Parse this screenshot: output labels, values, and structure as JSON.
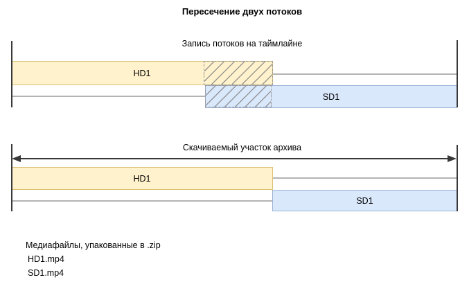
{
  "title": "Пересечение двух потоков",
  "timeline_record": {
    "caption": "Запись потоков на таймлайне",
    "hd_label": "HD1",
    "sd_label": "SD1"
  },
  "timeline_download": {
    "caption": "Скачиваемый участок архива",
    "hd_label": "HD1",
    "sd_label": "SD1"
  },
  "files": {
    "heading": "Медиафайлы, упакованные в .zip",
    "items": [
      "HD1.mp4",
      "SD1.mp4"
    ]
  },
  "colors": {
    "hd_fill": "#FFF2CC",
    "hd_stroke": "#D6B656",
    "sd_fill": "#DAE8FC",
    "sd_stroke": "#6C8EBF",
    "boundary_line": "#383838",
    "track_line": "#B3B3B3",
    "hatch_line": "#999999"
  }
}
